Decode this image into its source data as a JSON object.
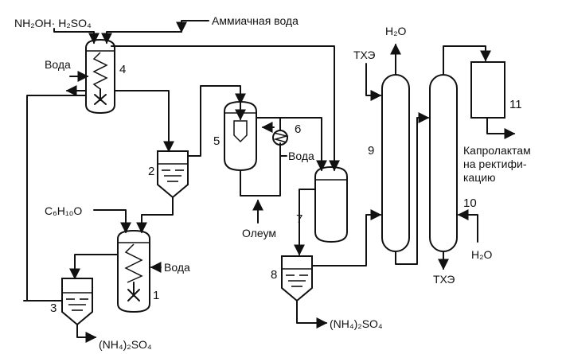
{
  "labels": {
    "nh2oh": "NH₂OH· H₂SO₄",
    "ammonia_water": "Аммиачная вода",
    "water4": "Вода",
    "water1": "Вода",
    "water6": "Вода",
    "cyclohexanone": "C₆H₁₀O",
    "oleum": "Олеум",
    "ammonium_sulfate_3": "(NH₄)₂SO₄",
    "ammonium_sulfate_8": "(NH₄)₂SO₄",
    "tce_in": "ТХЭ",
    "tce_out": "ТХЭ",
    "h2o_top": "H₂O",
    "h2o_bottom": "H₂O",
    "caprolactam": [
      "Капролактам",
      "на ректифи-",
      "кацию"
    ]
  },
  "numbers": {
    "n1": "1",
    "n2": "2",
    "n3": "3",
    "n4": "4",
    "n5": "5",
    "n6": "6",
    "n7": "7",
    "n8": "8",
    "n9": "9",
    "n10": "10",
    "n11": "11"
  },
  "colors": {
    "ink": "#111111",
    "background": "#ffffff"
  }
}
